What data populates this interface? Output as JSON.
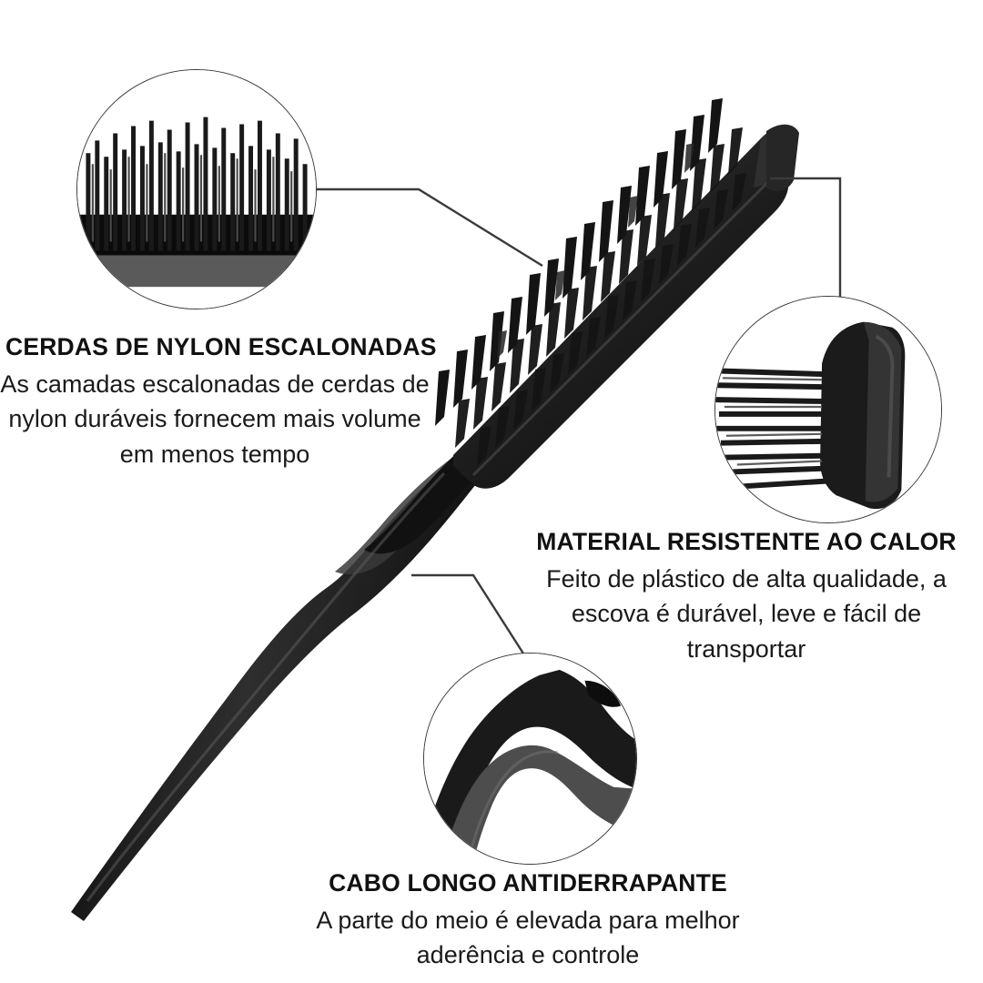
{
  "page": {
    "background_color": "#ffffff",
    "text_color": "#111111",
    "line_color": "#3a3a3a",
    "product_color": "#1c1c1c",
    "language": "pt-BR"
  },
  "features": [
    {
      "id": "bristles",
      "heading": "CERDAS DE NYLON ESCALONADAS",
      "body": "As camadas escalonadas de cerdas de nylon duráveis fornecem mais volume em menos tempo",
      "callout_icon": "bristle-closeup-photo"
    },
    {
      "id": "material",
      "heading": "MATERIAL RESISTENTE AO CALOR",
      "body": "Feito de plástico de alta qualidade, a escova é durável, leve e fácil de transportar",
      "callout_icon": "brush-head-end-photo"
    },
    {
      "id": "handle",
      "heading": "CABO LONGO ANTIDERRAPANTE",
      "body": "A parte do meio é elevada para melhor aderência e controle",
      "callout_icon": "handle-grip-curve-photo"
    }
  ],
  "product": {
    "name": "teasing-hair-brush",
    "description": "escova de cabelo"
  }
}
